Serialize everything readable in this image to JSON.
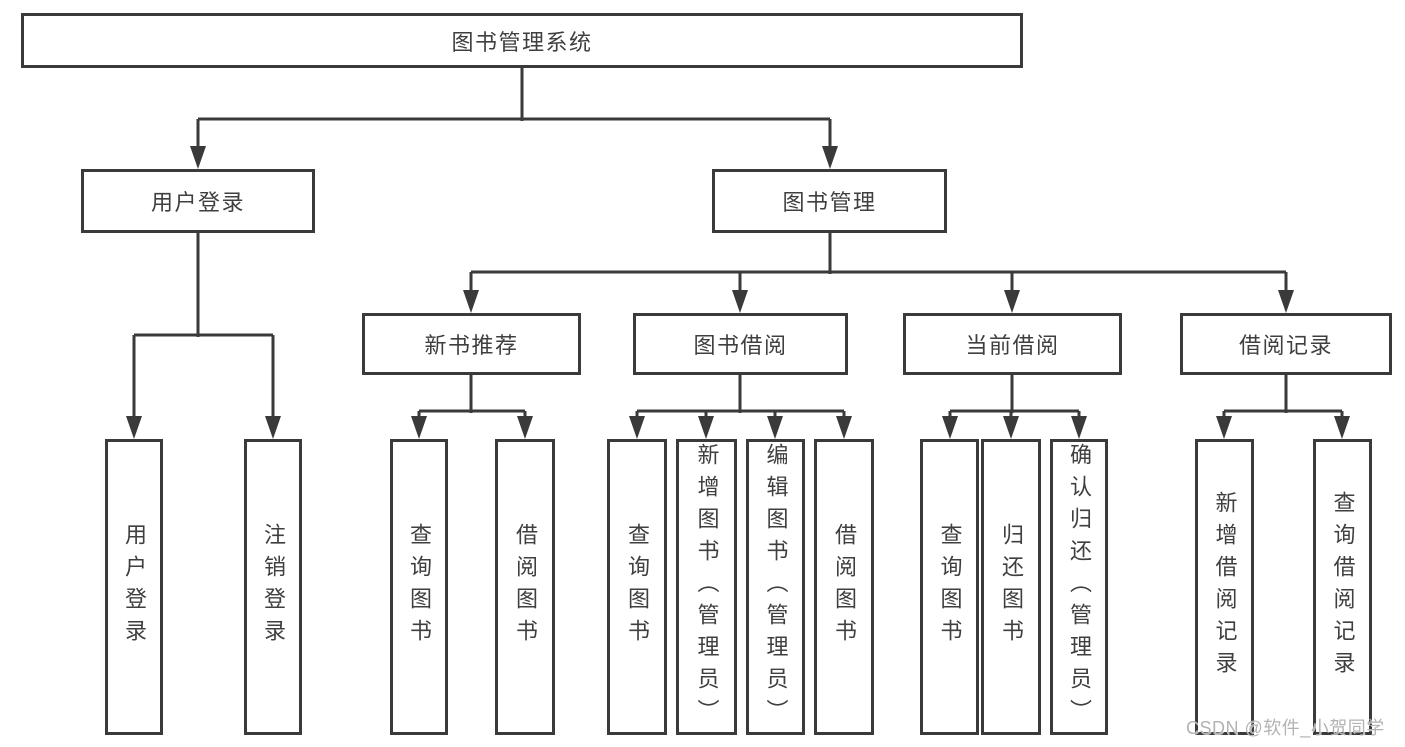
{
  "diagram_type": "hierarchy-tree",
  "nodes": {
    "root": {
      "label": "图书管理系统"
    },
    "level2": [
      {
        "label": "用户登录"
      },
      {
        "label": "图书管理"
      }
    ],
    "level3": [
      {
        "label": "新书推荐",
        "parent": "图书管理"
      },
      {
        "label": "图书借阅",
        "parent": "图书管理"
      },
      {
        "label": "当前借阅",
        "parent": "图书管理"
      },
      {
        "label": "借阅记录",
        "parent": "图书管理"
      }
    ],
    "leaves": [
      {
        "label": "用户登录",
        "parent": "用户登录"
      },
      {
        "label": "注销登录",
        "parent": "用户登录"
      },
      {
        "label": "查询图书",
        "parent": "新书推荐"
      },
      {
        "label": "借阅图书",
        "parent": "新书推荐"
      },
      {
        "label": "查询图书",
        "parent": "图书借阅"
      },
      {
        "label": "新增图书（管理员）",
        "parent": "图书借阅"
      },
      {
        "label": "编辑图书（管理员）",
        "parent": "图书借阅"
      },
      {
        "label": "借阅图书",
        "parent": "图书借阅"
      },
      {
        "label": "查询图书",
        "parent": "当前借阅"
      },
      {
        "label": "归还图书",
        "parent": "当前借阅"
      },
      {
        "label": "确认归还（管理员）",
        "parent": "当前借阅"
      },
      {
        "label": "新增借阅记录",
        "parent": "借阅记录"
      },
      {
        "label": "查询借阅记录",
        "parent": "借阅记录"
      }
    ]
  },
  "watermark": {
    "text": "CSDN @软件_小贺同学"
  },
  "colors": {
    "line": "#3a3a3a",
    "text": "#3f3f3f",
    "box_background": "#ffffff",
    "page_background": "#ffffff",
    "watermark": "#b3b3b3"
  }
}
